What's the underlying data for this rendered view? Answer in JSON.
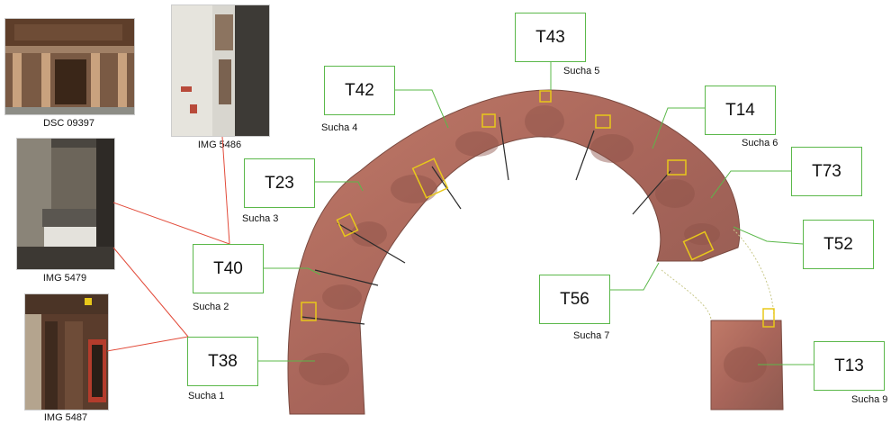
{
  "photos": {
    "dsc": {
      "caption": "DSC 09397"
    },
    "img5486": {
      "caption": "IMG 5486"
    },
    "img5479": {
      "caption": "IMG 5479"
    },
    "img5487": {
      "caption": "IMG 5487"
    }
  },
  "tags": {
    "t43": "T43",
    "t42": "T42",
    "t14": "T14",
    "t23": "T23",
    "t73": "T73",
    "t52": "T52",
    "t40": "T40",
    "t56": "T56",
    "t38": "T38",
    "t13": "T13"
  },
  "suchas": {
    "s5": "Sucha 5",
    "s4": "Sucha 4",
    "s6": "Sucha 6",
    "s3": "Sucha 3",
    "s2": "Sucha 2",
    "s7": "Sucha 7",
    "s1": "Sucha 1",
    "s9": "Sucha 9"
  },
  "colors": {
    "tag_border": "#5bb84a",
    "leader_green": "#5bb84a",
    "leader_red": "#e24b3a",
    "marker_yellow": "#e8c81a",
    "terracotta": "#b0685a"
  }
}
